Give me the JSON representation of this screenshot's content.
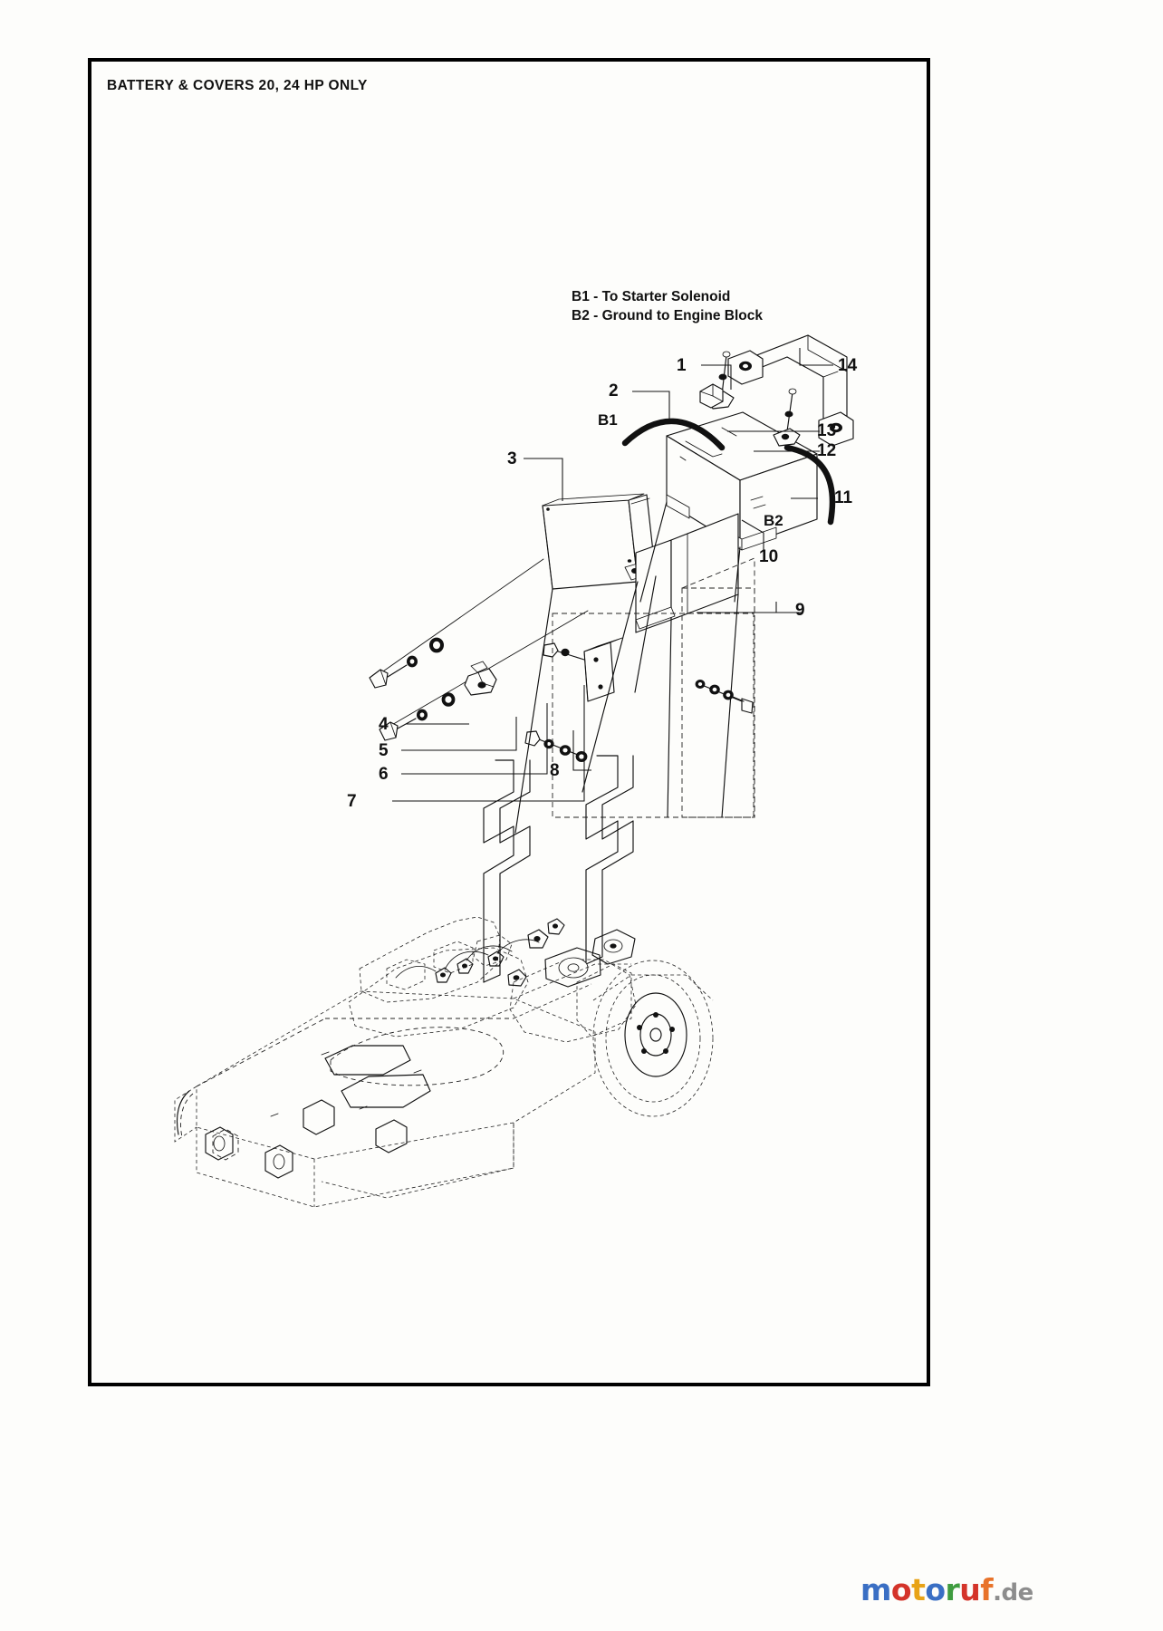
{
  "plate": {
    "title": "BATTERY & COVERS 20, 24 HP ONLY"
  },
  "legend": {
    "line1": "B1 - To Starter Solenoid",
    "line2": "B2 - Ground to Engine Block"
  },
  "terminals": {
    "b1": "B1",
    "b2": "B2"
  },
  "callouts": [
    {
      "id": "1",
      "label": "1"
    },
    {
      "id": "2",
      "label": "2"
    },
    {
      "id": "3",
      "label": "3"
    },
    {
      "id": "4",
      "label": "4"
    },
    {
      "id": "5",
      "label": "5"
    },
    {
      "id": "6",
      "label": "6"
    },
    {
      "id": "7",
      "label": "7"
    },
    {
      "id": "8",
      "label": "8"
    },
    {
      "id": "9",
      "label": "9"
    },
    {
      "id": "10",
      "label": "10"
    },
    {
      "id": "11",
      "label": "11"
    },
    {
      "id": "12",
      "label": "12"
    },
    {
      "id": "13",
      "label": "13"
    },
    {
      "id": "14",
      "label": "14"
    }
  ],
  "watermark": {
    "m": "m",
    "o1": "o",
    "t": "t",
    "o2": "o",
    "r": "r",
    "u": "u",
    "f": "f",
    "tld": ".de"
  },
  "colors": {
    "ink": "#111111",
    "frame": "#000000",
    "paper": "#fdfdfb",
    "phantom": "#2a2a2a"
  }
}
